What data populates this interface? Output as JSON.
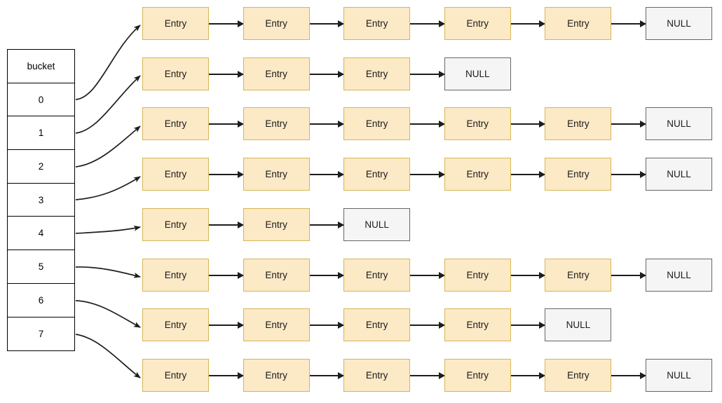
{
  "diagram": {
    "title": "hash-table-bucket-chains",
    "colors": {
      "entry_fill": "#fce9c6",
      "entry_border": "#d6b656",
      "null_fill": "#f5f5f5",
      "null_border": "#666666",
      "arrow": "#1d1d1d",
      "table_border": "#000000",
      "background": "#ffffff"
    },
    "bucket_table": {
      "header": "bucket",
      "rows": [
        "0",
        "1",
        "2",
        "3",
        "4",
        "5",
        "6",
        "7"
      ]
    },
    "entry_label": "Entry",
    "null_label": "NULL",
    "chains": [
      {
        "bucket": "0",
        "entries": 5,
        "terminator": "NULL"
      },
      {
        "bucket": "1",
        "entries": 3,
        "terminator": "NULL"
      },
      {
        "bucket": "2",
        "entries": 5,
        "terminator": "NULL"
      },
      {
        "bucket": "3",
        "entries": 5,
        "terminator": "NULL"
      },
      {
        "bucket": "4",
        "entries": 2,
        "terminator": "NULL"
      },
      {
        "bucket": "5",
        "entries": 5,
        "terminator": "NULL"
      },
      {
        "bucket": "6",
        "entries": 4,
        "terminator": "NULL"
      },
      {
        "bucket": "7",
        "entries": 5,
        "terminator": "NULL"
      }
    ]
  }
}
